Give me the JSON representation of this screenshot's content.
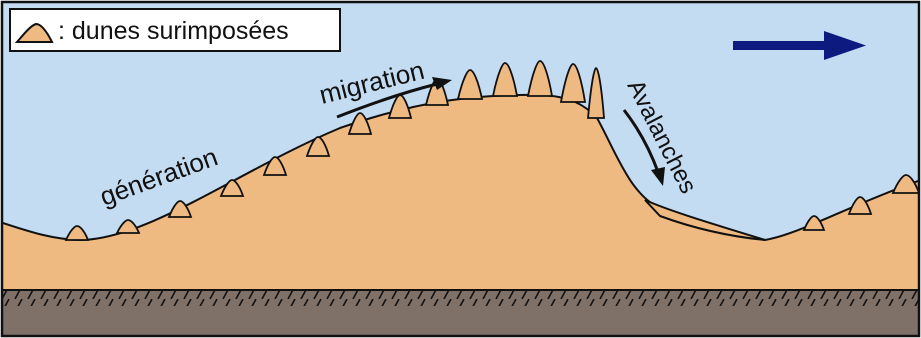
{
  "legend": {
    "symbol_icon": "dune-triangle-icon",
    "text": ": dunes surimposées"
  },
  "labels": {
    "generation": "génération",
    "migration": "migration",
    "avalanches": "Avalanches"
  },
  "icons": {
    "wind_direction": "wind-arrow-icon",
    "migration_arrow": "arrow-icon",
    "avalanche_arrow": "arrow-icon"
  },
  "colors": {
    "sky": "#c3dcf2",
    "sand": "#efb982",
    "bedrock": "#7f7068",
    "outline": "#111111",
    "wind_arrow": "#0d1a80"
  }
}
